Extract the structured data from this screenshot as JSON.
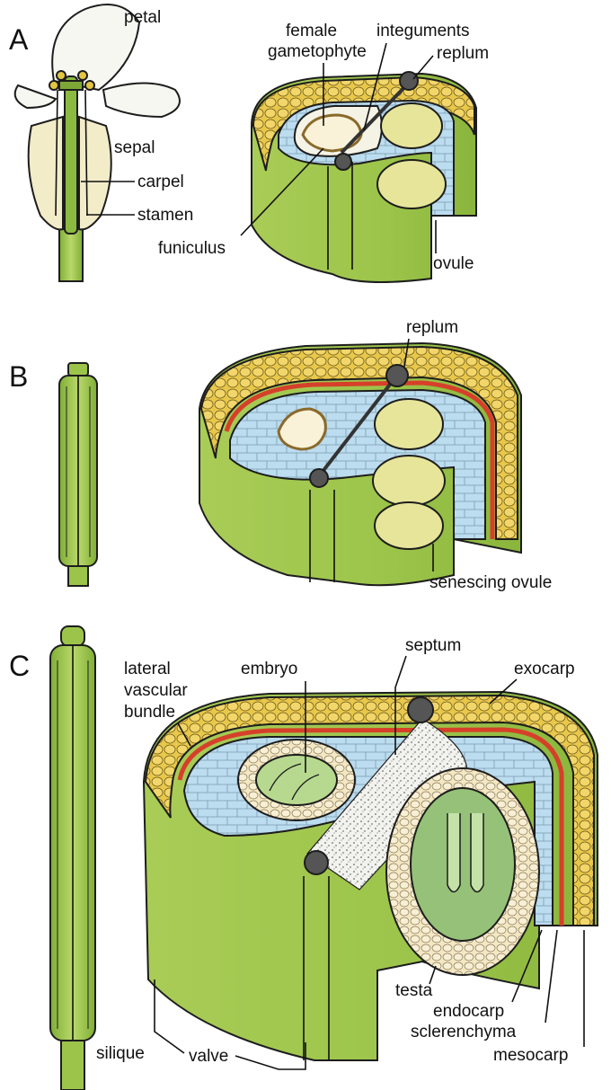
{
  "panels": {
    "a": {
      "letter": "A",
      "labels": {
        "petal": "petal",
        "sepal": "sepal",
        "carpel": "carpel",
        "stamen": "stamen",
        "female_1": "female",
        "female_2": "gametophyte",
        "integuments": "integuments",
        "replum": "replum",
        "funiculus": "funiculus",
        "ovule": "ovule"
      }
    },
    "b": {
      "letter": "B",
      "labels": {
        "replum": "replum",
        "senescing_ovule": "senescing ovule"
      }
    },
    "c": {
      "letter": "C",
      "labels": {
        "lateral": "lateral",
        "vascular": "vascular",
        "bundle": "bundle",
        "embryo": "embryo",
        "septum": "septum",
        "exocarp": "exocarp",
        "testa": "testa",
        "endocarp": "endocarp",
        "sclerenchyma": "sclerenchyma",
        "mesocarp": "mesocarp",
        "silique": "silique",
        "valve": "valve"
      }
    }
  },
  "colors": {
    "green_tissue": "#9cc44a",
    "green_light": "#c3dc7a",
    "yellow_cells": "#e8c74a",
    "blue_cells": "#bcdcef",
    "red_layer": "#d6402a",
    "ovule_fill": "#e6e59a",
    "cream": "#f3e7c4",
    "brown_funiculus": "#c99b5c",
    "outline": "#1d1d1d"
  }
}
